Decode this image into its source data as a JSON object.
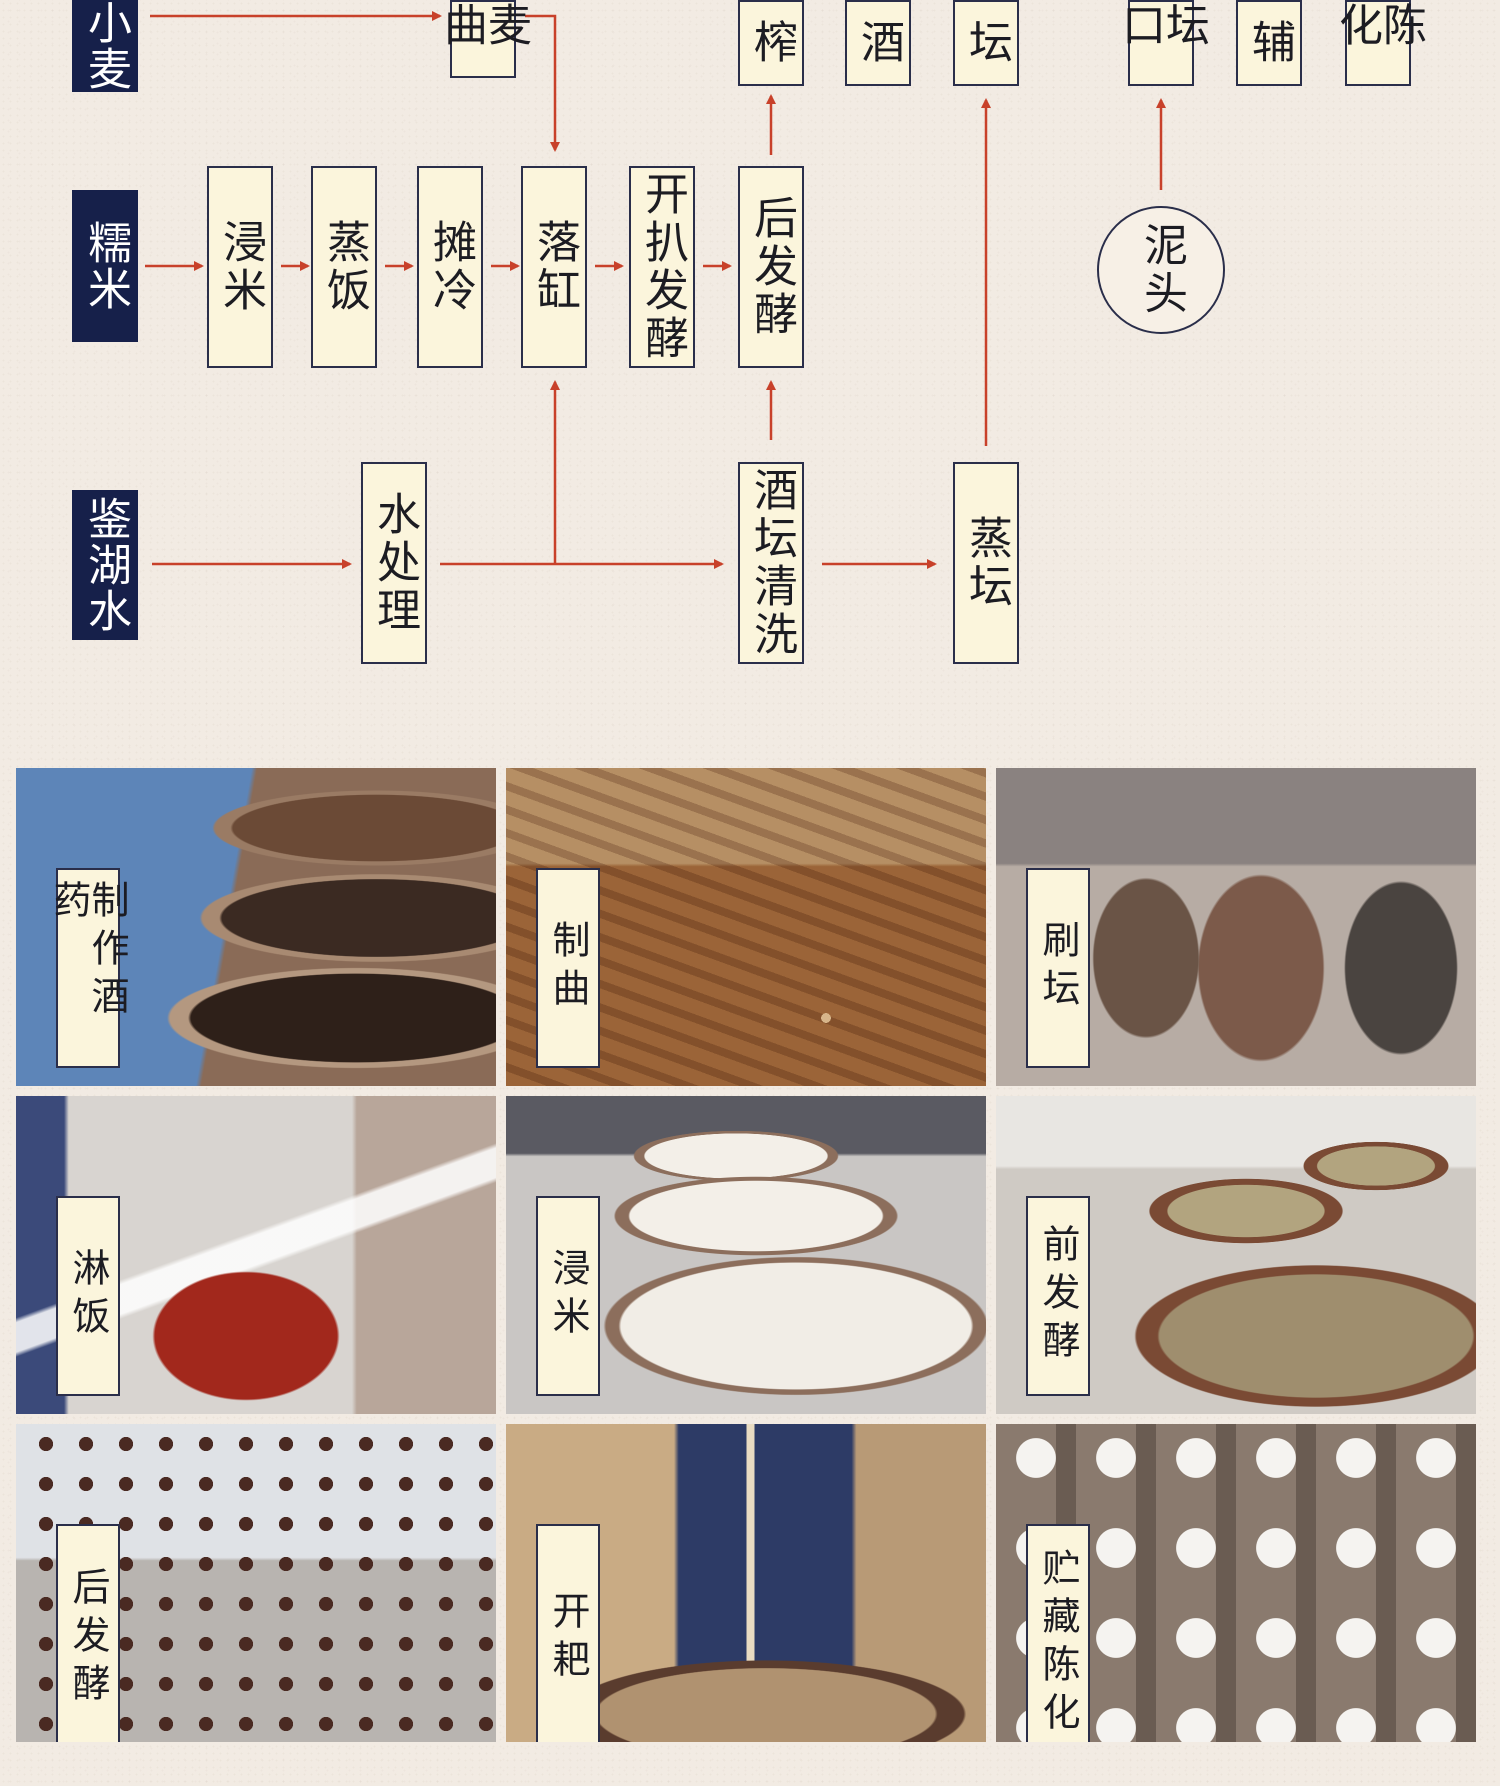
{
  "diagram": {
    "sources": [
      "小麦",
      "糯米",
      "鉴湖水"
    ],
    "steps": {
      "maiqu": "麦曲",
      "jinmi": "浸米",
      "zhengfan": "蒸饭",
      "tanleng": "摊冷",
      "luogang": "落缸",
      "kaipa": "开扒发酵",
      "houfajiao": "后发酵",
      "shuichuli": "水处理",
      "jiutan_qingxi": "酒坛清洗",
      "zhengtan": "蒸坛",
      "zha": "榨",
      "jiu": "酒",
      "tan": "坛",
      "tankou": "坛口",
      "fu": "辅",
      "chenhua": "陈化",
      "nitou": "泥头"
    }
  },
  "photos": [
    {
      "label": "制作酒药",
      "palette": "blue-vats"
    },
    {
      "label": "制曲",
      "palette": "straw"
    },
    {
      "label": "刷坛",
      "palette": "jars"
    },
    {
      "label": "淋饭",
      "palette": "steam"
    },
    {
      "label": "浸米",
      "palette": "white-vats"
    },
    {
      "label": "前发酵",
      "palette": "ferment"
    },
    {
      "label": "后发酵",
      "palette": "rows"
    },
    {
      "label": "开耙",
      "palette": "stir"
    },
    {
      "label": "贮藏陈化",
      "palette": "storage"
    }
  ],
  "colors": {
    "arrow": "#c8412a",
    "box_fill": "#fbf5dc",
    "box_border": "#2a2e4a",
    "source_fill": "#16204a",
    "background": "#f2ebe3"
  }
}
